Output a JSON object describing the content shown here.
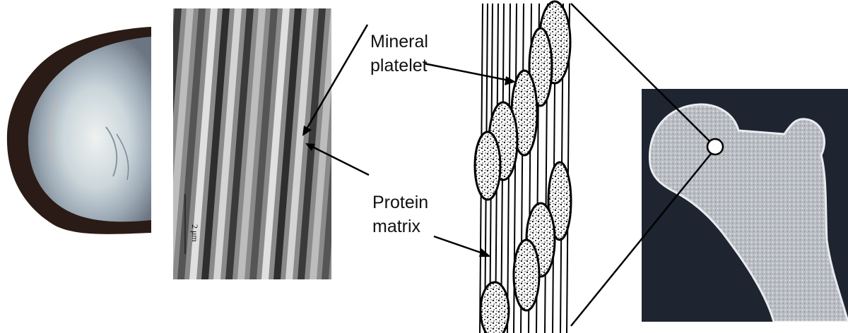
{
  "labels": {
    "mineral": [
      "Mineral",
      "platelet"
    ],
    "protein": [
      "Protein",
      "matrix"
    ]
  },
  "sem_scale_text": "2 μm",
  "colors": {
    "shell_outer": "#2a1b16",
    "shell_inner": "#b9c3c9",
    "sem_bg": "#8a8a8a",
    "bone_bg": "#1e2430",
    "bone_tissue": "#c9ccd1",
    "line": "#000000"
  }
}
